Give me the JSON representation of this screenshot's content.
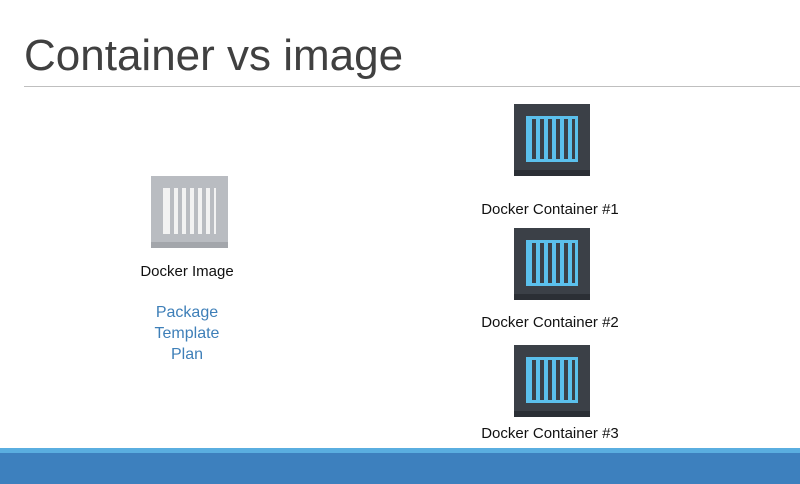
{
  "slide": {
    "title": "Container vs image"
  },
  "image": {
    "label": "Docker Image",
    "descriptors": [
      "Package",
      "Template",
      "Plan"
    ]
  },
  "containers": [
    {
      "label": "Docker Container #1"
    },
    {
      "label": "Docker Container #2"
    },
    {
      "label": "Docker Container #3"
    }
  ],
  "colors": {
    "image_fill": "#b9bcc1",
    "image_stripe": "#f2f2f2",
    "container_fill": "#3b4047",
    "container_stripe": "#5bc0ec",
    "descriptor_text": "#3e7fb8",
    "footer_bar": "#3d80be",
    "footer_line": "#5aaee0"
  },
  "icons": {
    "image": "docker-image-icon",
    "container": "docker-container-icon"
  }
}
